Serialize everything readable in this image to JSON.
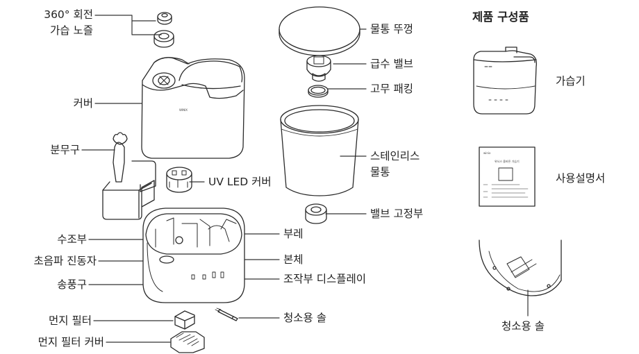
{
  "diagram": {
    "labels_left": {
      "nozzle_360": "360° 회전",
      "nozzle_360_sub": "가습 노즐",
      "cover": "커버",
      "mist_tube": "분무구",
      "water_tank_base": "수조부",
      "ultrasonic": "초음파 진동자",
      "fan_duct": "송풍구",
      "dust_filter": "먼지 필터",
      "dust_filter_cover": "먼지 필터 커버"
    },
    "labels_mid": {
      "uv_led_cover": "UV LED 커버"
    },
    "labels_right": {
      "tank_lid": "물통 뚜껑",
      "supply_valve": "급수 밸브",
      "rubber_packing": "고무 패킹",
      "stainless": "스테인리스",
      "stainless_sub": "물통",
      "valve_holder": "밸브 고정부",
      "float": "부레",
      "main_body": "본체",
      "control_display": "조작부 디스플레이",
      "cleaning_brush": "청소용 솔"
    },
    "brand_mark": "WINIX"
  },
  "components": {
    "title": "제품 구성품",
    "humidifier": "가습기",
    "manual": "사용설명서",
    "brush": "청소용 솔",
    "manual_mark": "winix",
    "manual_heading": "위닉스 올바른 가습기"
  }
}
